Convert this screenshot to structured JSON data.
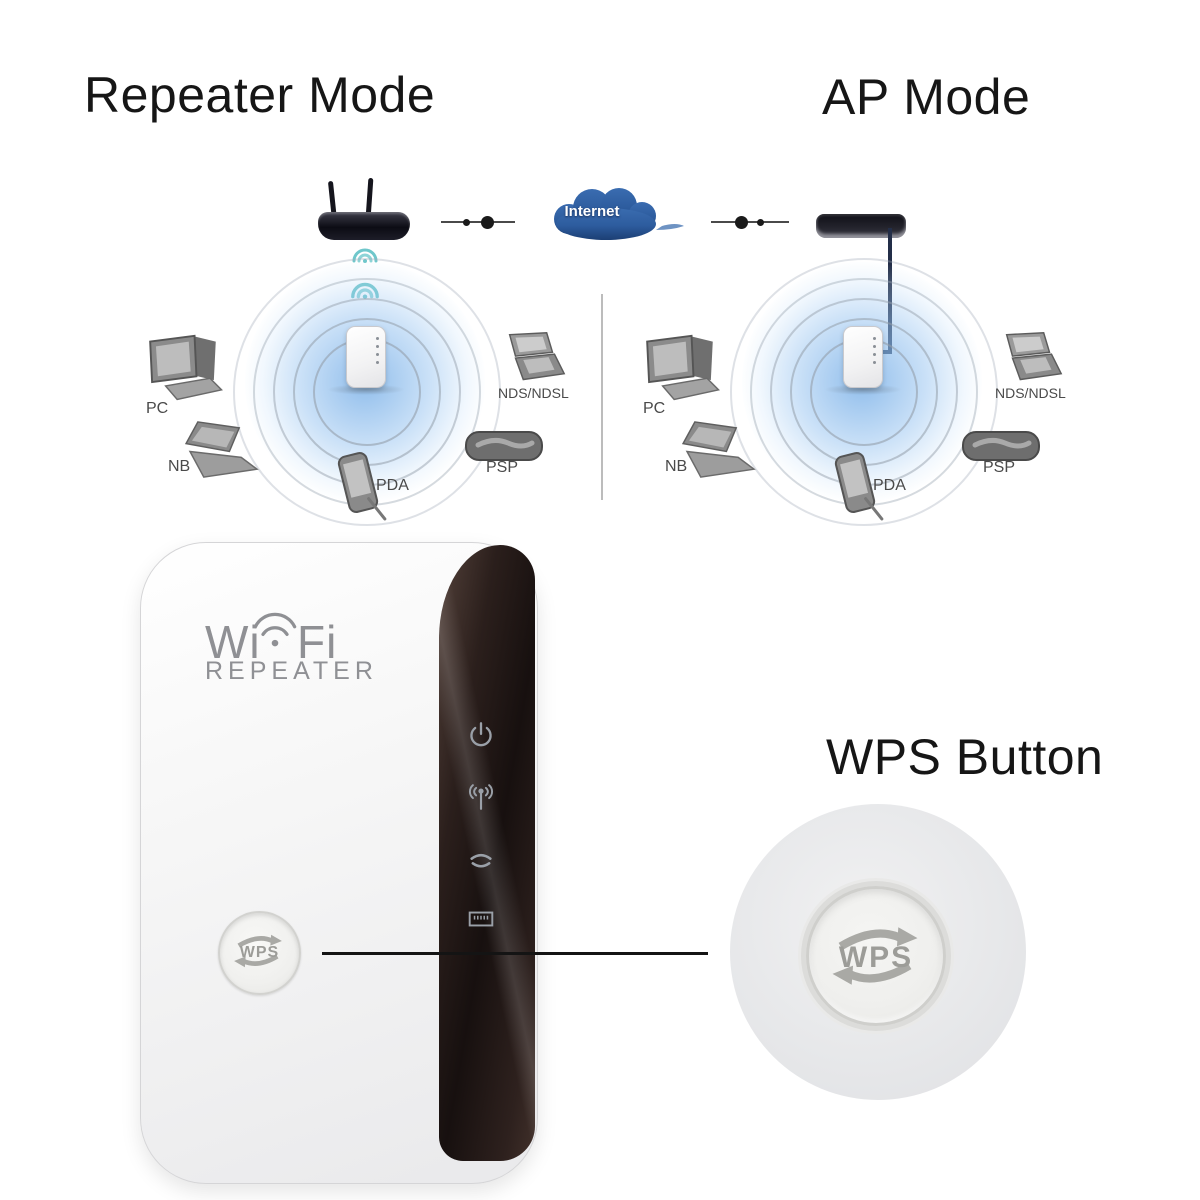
{
  "headings": {
    "repeater_mode": "Repeater Mode",
    "ap_mode": "AP Mode",
    "wps_button": "WPS Button"
  },
  "network": {
    "internet_label": "Internet",
    "device_labels": {
      "pc": "PC",
      "nb": "NB",
      "pda": "PDA",
      "nds": "NDS/NDSL",
      "psp": "PSP"
    }
  },
  "product": {
    "logo_wi": "Wi",
    "logo_fi": "Fi",
    "logo_line2": "REPEATER",
    "wps_button_label": "WPS",
    "panel_icons": [
      "power-icon",
      "wifi-antenna-icon",
      "signal-icon",
      "ethernet-port-icon"
    ]
  },
  "zoom_callout": {
    "wps_label": "WPS"
  },
  "colors": {
    "internet_cloud": "#2d5c9e",
    "wifi_signal_teal": "#6fc7cb",
    "device_panel_dark": "#241a18",
    "logo_gray": "#8f9094",
    "callout_line": "#141414"
  }
}
